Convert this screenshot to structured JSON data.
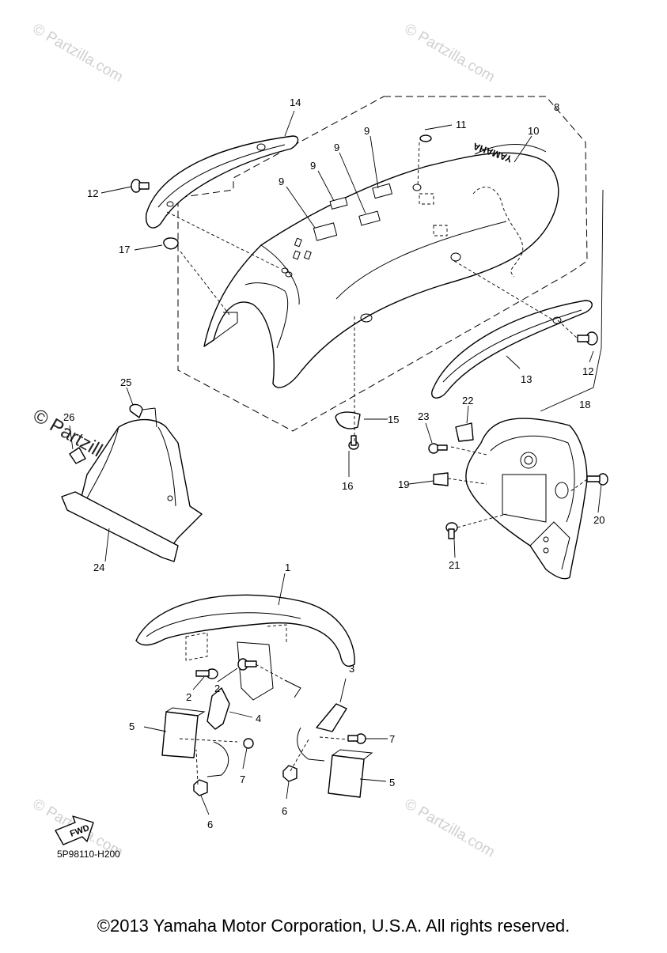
{
  "watermark": {
    "text": "© Partzilla.com",
    "dark_text": "© Partzilla.com"
  },
  "callouts": {
    "p1": "1",
    "p2a": "2",
    "p2b": "2",
    "p3": "3",
    "p4": "4",
    "p5a": "5",
    "p5b": "5",
    "p6a": "6",
    "p6b": "6",
    "p7a": "7",
    "p7b": "7",
    "p8": "8",
    "p9a": "9",
    "p9b": "9",
    "p9c": "9",
    "p9d": "9",
    "p10": "10",
    "p11": "11",
    "p12a": "12",
    "p12b": "12",
    "p13": "13",
    "p14": "14",
    "p15": "15",
    "p16": "16",
    "p17": "17",
    "p18": "18",
    "p19": "19",
    "p20": "20",
    "p21": "21",
    "p22": "22",
    "p23": "23",
    "p24": "24",
    "p25": "25",
    "p26": "26"
  },
  "fender_brand_text": "YAMAHA",
  "fwd_label": "FWD",
  "diagram_code": "5P98110-H200",
  "copyright": "©2013 Yamaha Motor Corporation, U.S.A. All rights reserved."
}
